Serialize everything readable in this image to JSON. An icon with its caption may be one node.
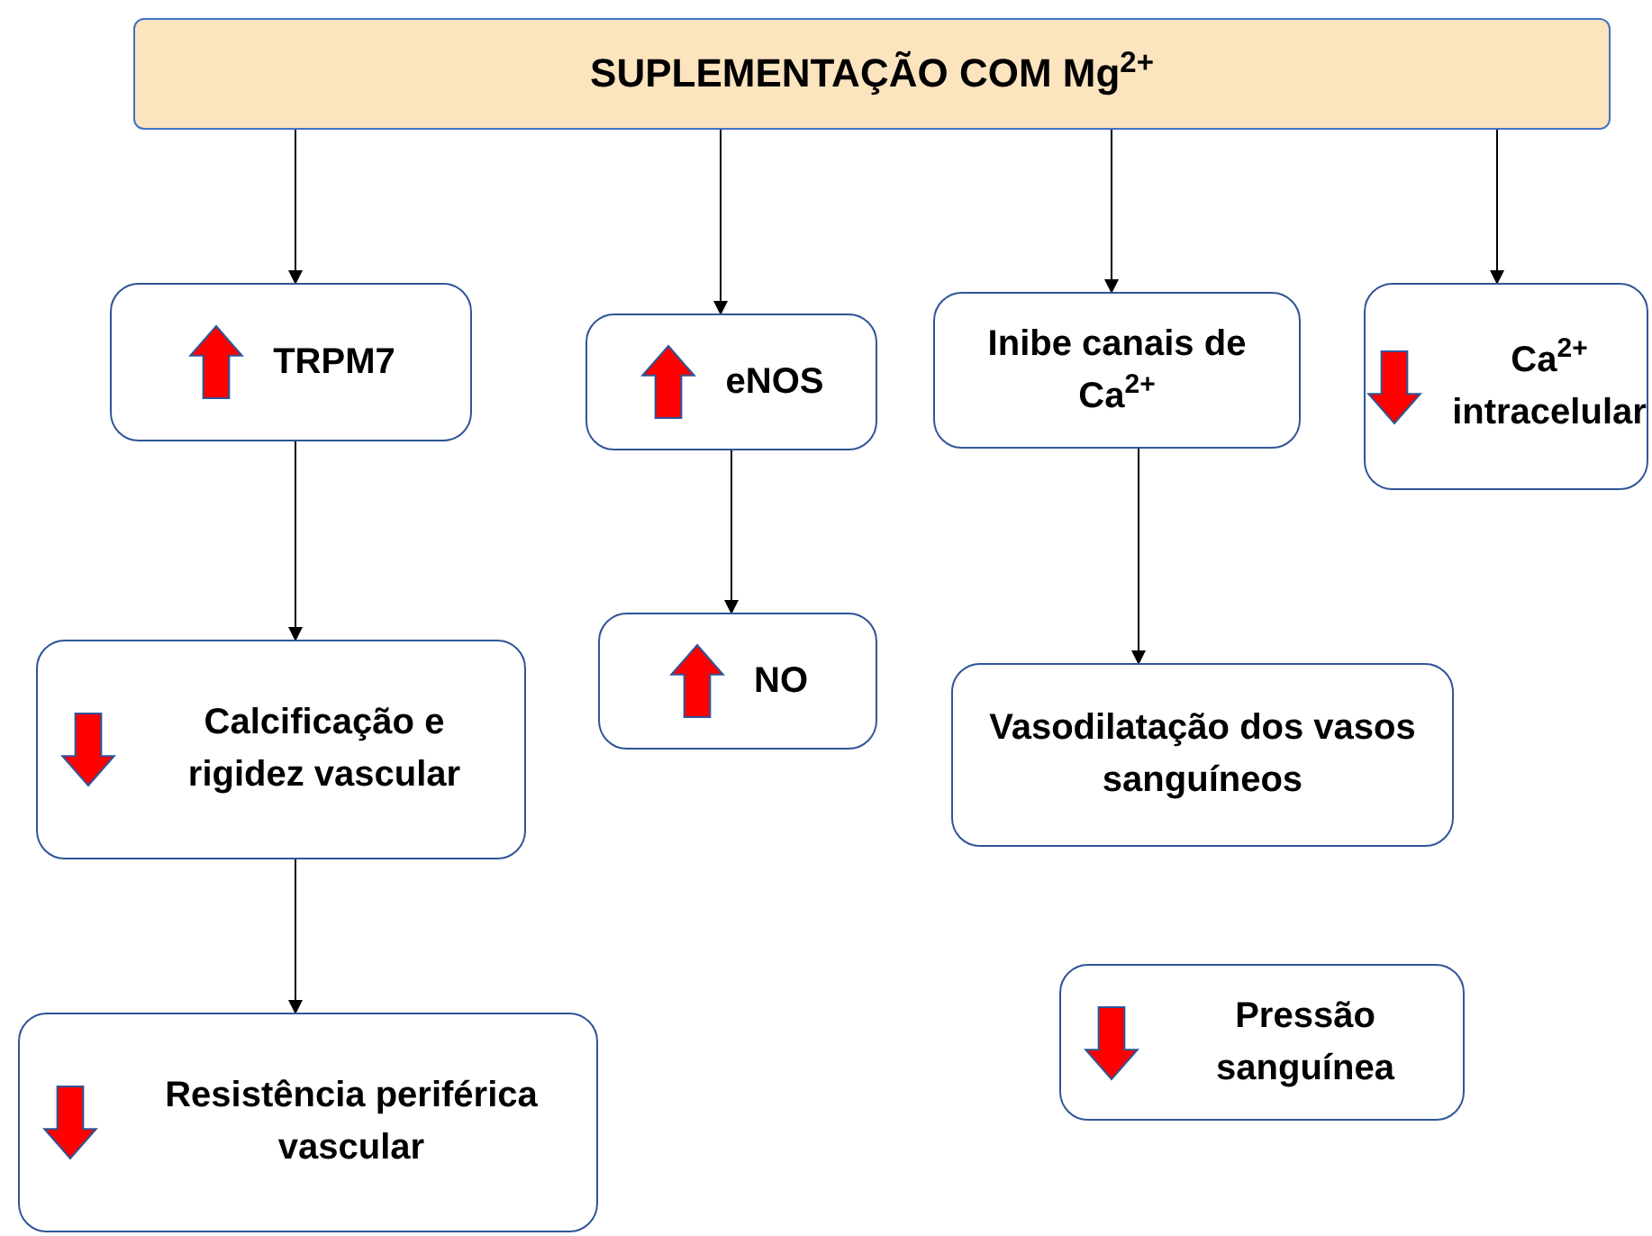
{
  "diagram": {
    "nodes": [
      {
        "text": [
          "SUPLEMENTAÇÃO COM Mg$^{2+}$"
        ]
      },
      {
        "text": [
          "TRPM7"
        ]
      },
      {
        "text": [
          "eNOS"
        ]
      },
      {
        "text": [
          "Inibe canais de Ca$^{2+}$"
        ]
      },
      {
        "text": [
          "Ca$^{2+}$ intracelular"
        ]
      },
      {
        "text": [
          "Calcificação e rigidez vascular"
        ]
      },
      {
        "text": [
          "NO"
        ]
      },
      {
        "text": [
          "Vasodilatação dos vasos sanguíneos"
        ]
      },
      {
        "text": [
          "Resistência periférica vascular"
        ]
      },
      {
        "text": [
          "Pressão sanguínea"
        ]
      }
    ],
    "edges": [
      {
        "from": 0,
        "to": 1,
        "arrow": "to"
      },
      {
        "from": 0,
        "to": 2,
        "arrow": "to"
      },
      {
        "from": 0,
        "to": 3,
        "arrow": "to"
      },
      {
        "from": 0,
        "to": 4,
        "arrow": "to"
      },
      {
        "from": 1,
        "to": 5,
        "arrow": "to"
      },
      {
        "from": 2,
        "to": 6,
        "arrow": "to"
      },
      {
        "from": 3,
        "to": 7,
        "arrow": "to"
      },
      {
        "from": 5,
        "to": 8,
        "arrow": "to"
      }
    ]
  }
}
